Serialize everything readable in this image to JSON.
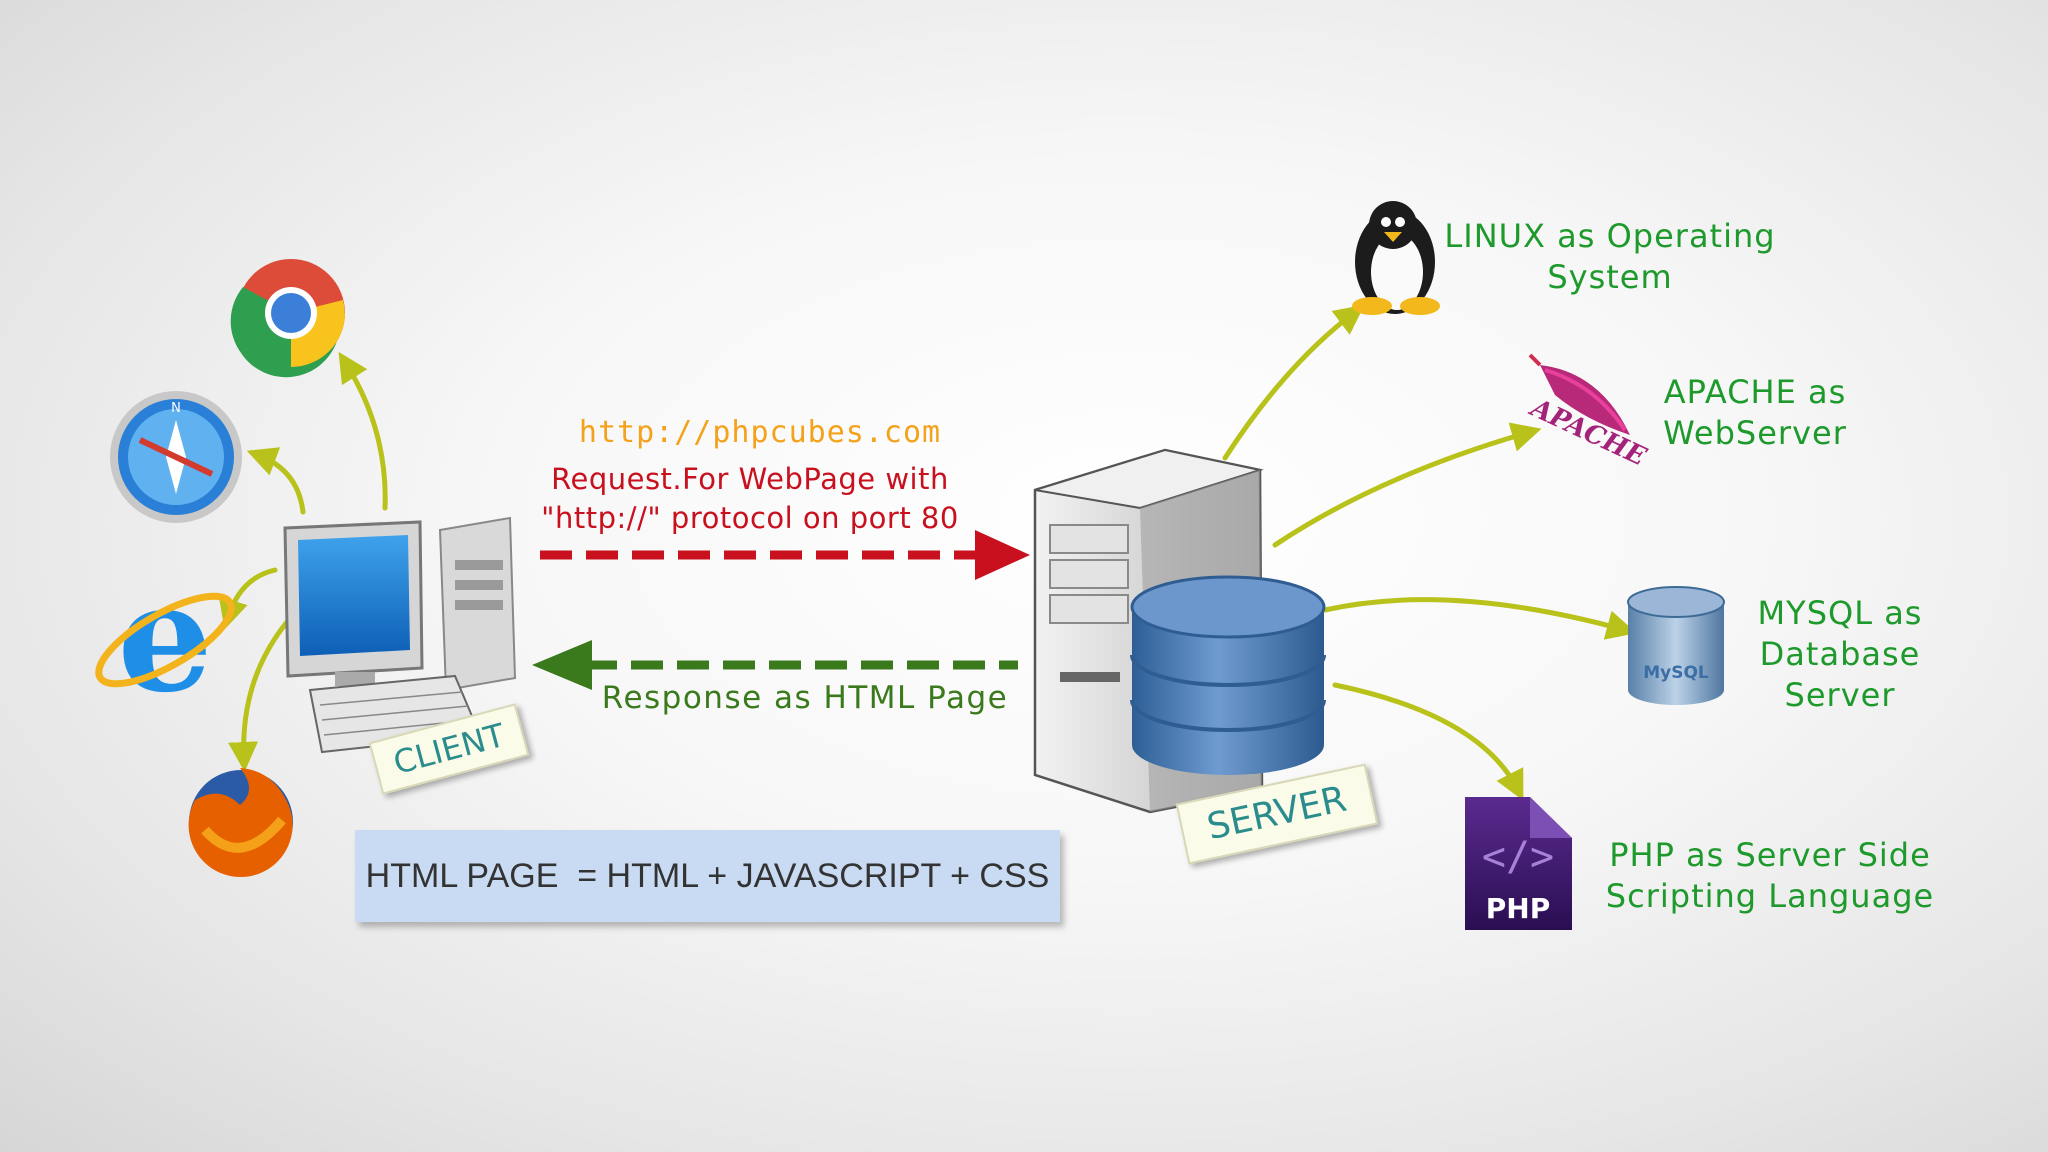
{
  "request": {
    "url": "http://phpcubes.com",
    "line1": "Request.For WebPage with",
    "line2": "\"http://\" protocol on port 80"
  },
  "response": {
    "label": "Response as HTML Page"
  },
  "formula": "HTML PAGE  = HTML + JAVASCRIPT + CSS",
  "client": {
    "tag": "CLIENT",
    "browsers": [
      "chrome-icon",
      "safari-icon",
      "internet-explorer-icon",
      "firefox-icon"
    ]
  },
  "server": {
    "tag": "SERVER"
  },
  "stack": {
    "linux": {
      "line1": "LINUX as Operating",
      "line2": "System"
    },
    "apache": {
      "line1": "APACHE as",
      "line2": "WebServer",
      "logo_text": "APACHE"
    },
    "mysql": {
      "line1": "MYSQL as",
      "line2": "Database",
      "line3": "Server",
      "logo_text": "MySQL"
    },
    "php": {
      "line1": "PHP as Server Side",
      "line2": "Scripting Language",
      "logo_text": "PHP"
    }
  },
  "colors": {
    "arrow_olive": "#b8c21a",
    "request_red": "#c8101e",
    "response_green": "#3a7a1c",
    "label_green": "#1e9a2c",
    "url_orange": "#f4a21c"
  }
}
